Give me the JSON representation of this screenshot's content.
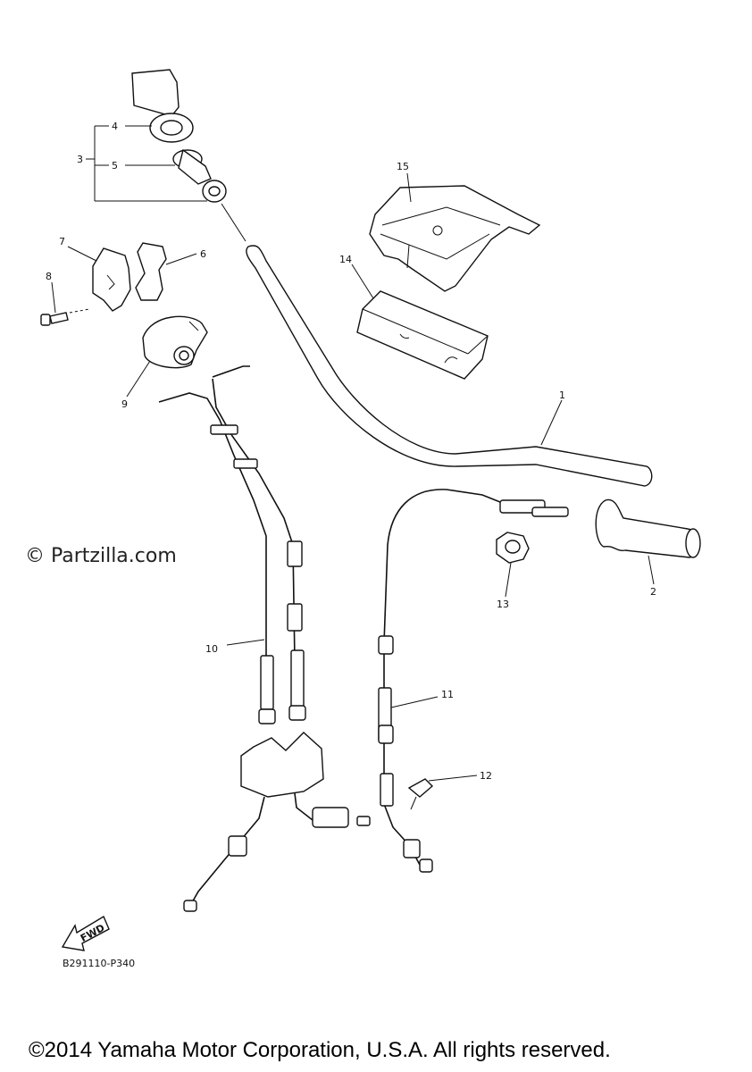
{
  "callouts": {
    "c1": "1",
    "c2": "2",
    "c3": "3",
    "c4": "4",
    "c5": "5",
    "c6": "6",
    "c7": "7",
    "c8": "8",
    "c9": "9",
    "c10": "10",
    "c11": "11",
    "c12": "12",
    "c13": "13",
    "c14": "14",
    "c15": "15"
  },
  "fwd_label": "FWD",
  "watermark": "© Partzilla.com",
  "diagram_code": "B291110-P340",
  "copyright": "©2014 Yamaha Motor Corporation, U.S.A. All rights reserved."
}
